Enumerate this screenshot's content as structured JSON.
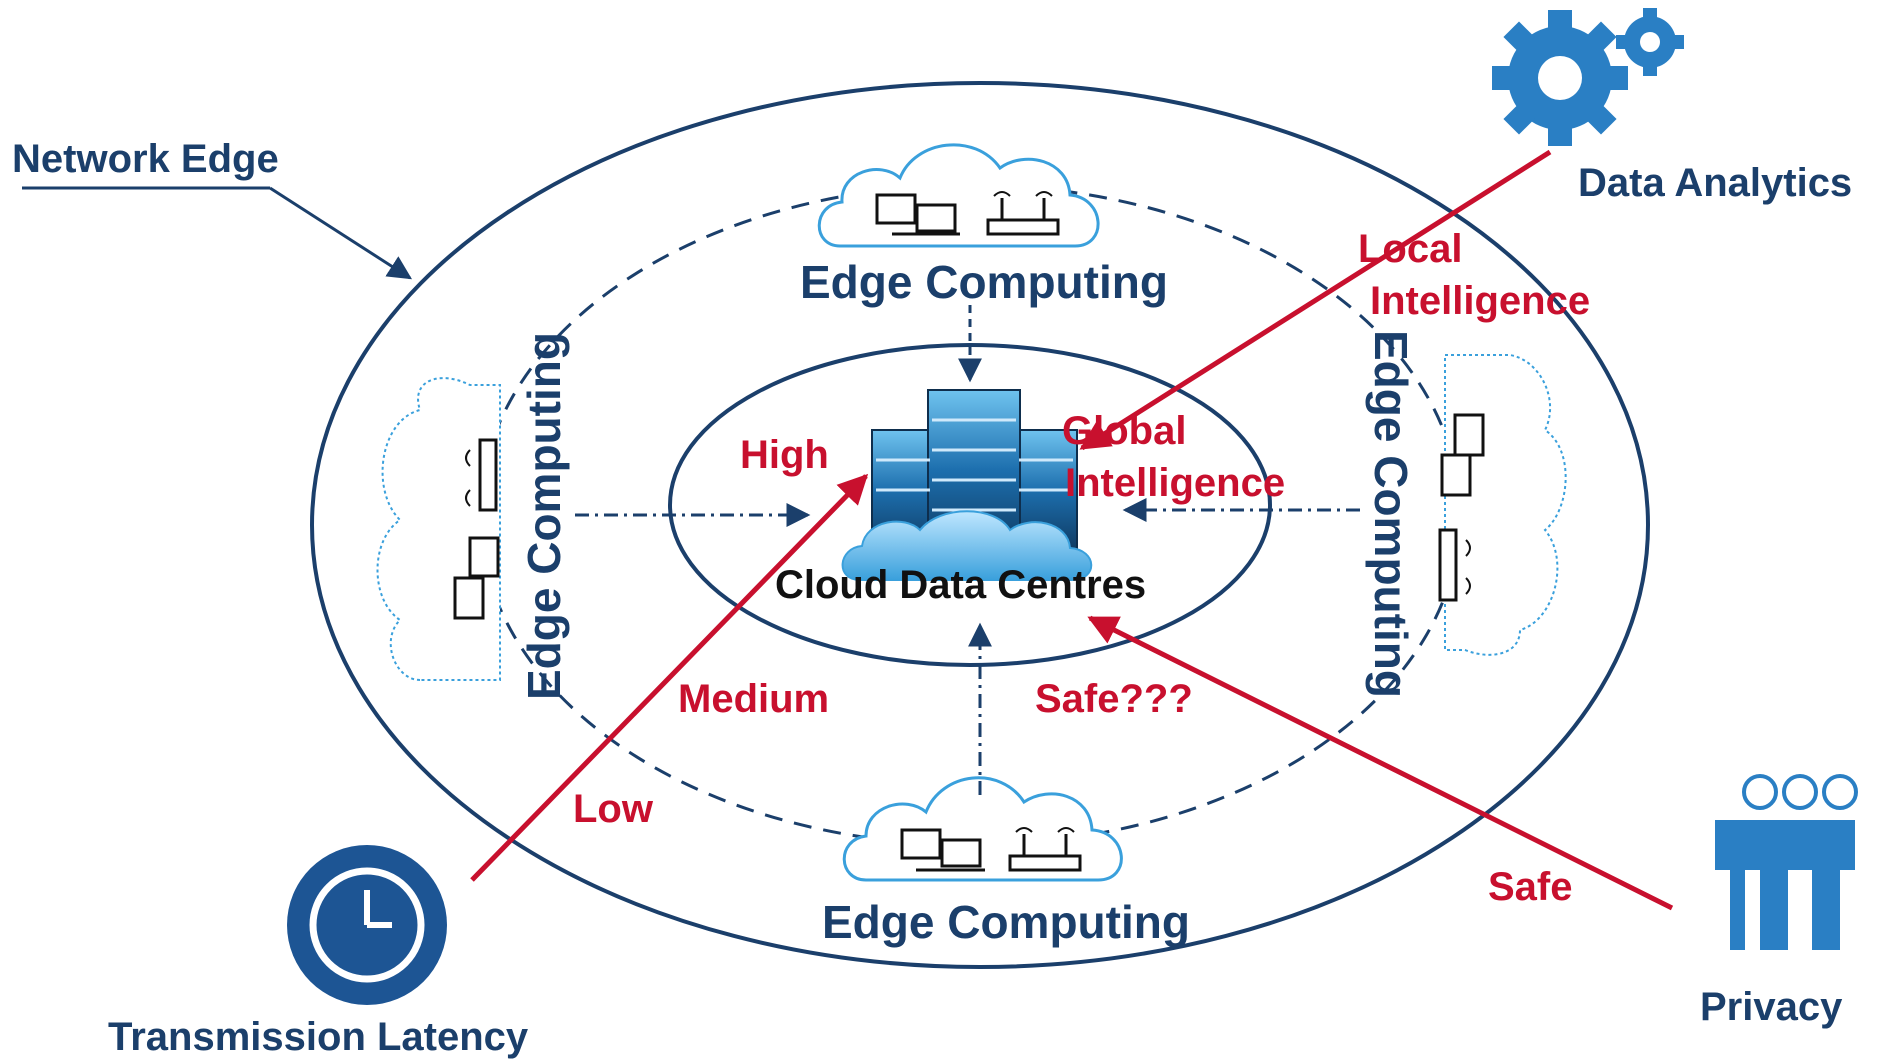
{
  "colors": {
    "navy": "#1b3f6b",
    "red": "#c8102e",
    "cloud": "#3aa0dc",
    "iconBlue": "#2a7fc4"
  },
  "labels": {
    "network_edge": "Network Edge",
    "data_analytics": "Data Analytics",
    "privacy": "Privacy",
    "transmission_latency": "Transmission Latency",
    "edge_top": "Edge Computing",
    "edge_bottom": "Edge Computing",
    "edge_left": "Edge Computing",
    "edge_right": "Edge Computing",
    "cloud_centres": "Cloud Data Centres"
  },
  "annotations": {
    "local_1": "Local",
    "local_2": "Intelligence",
    "global_1": "Global",
    "global_2": "Intelligence",
    "high": "High",
    "medium": "Medium",
    "low": "Low",
    "safe_q": "Safe???",
    "safe": "Safe"
  },
  "icons": [
    "gears-icon",
    "people-icon",
    "clock-icon",
    "server-stack-icon",
    "computer-icon",
    "router-icon",
    "cloud-icon"
  ]
}
